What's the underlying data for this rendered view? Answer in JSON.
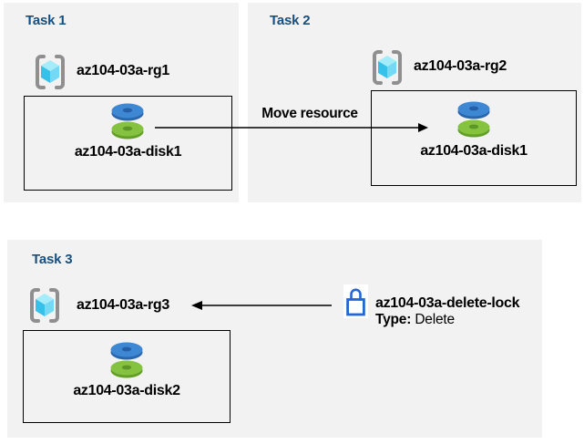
{
  "tasks": [
    {
      "title": "Task 1",
      "resource_group": "az104-03a-rg1",
      "resource": "az104-03a-disk1"
    },
    {
      "title": "Task 2",
      "resource_group": "az104-03a-rg2",
      "resource": "az104-03a-disk1"
    },
    {
      "title": "Task 3",
      "resource_group": "az104-03a-rg3",
      "resource": "az104-03a-disk2"
    }
  ],
  "move_arrow": {
    "label": "Move resource"
  },
  "lock": {
    "name": "az104-03a-delete-lock",
    "type_label": "Type:",
    "type_value": "Delete"
  },
  "icons": {
    "resource_group": "resource-group-icon",
    "disk": "managed-disk-icon",
    "lock": "lock-icon"
  },
  "colors": {
    "panel_bg": "#f2f2f2",
    "title_blue": "#174f7e",
    "text_black": "#000000",
    "bracket_gray": "#8f8f8f",
    "cube_top": "#a5ecfb",
    "cube_left": "#35c1e9",
    "cube_right": "#74d9f5",
    "disk_blue_face": "#3d87d3",
    "disk_blue_side": "#2a66ad",
    "disk_green_face": "#84c240",
    "disk_green_side": "#639f27",
    "lock_blue": "#2565d4",
    "arrow_black": "#000000"
  }
}
